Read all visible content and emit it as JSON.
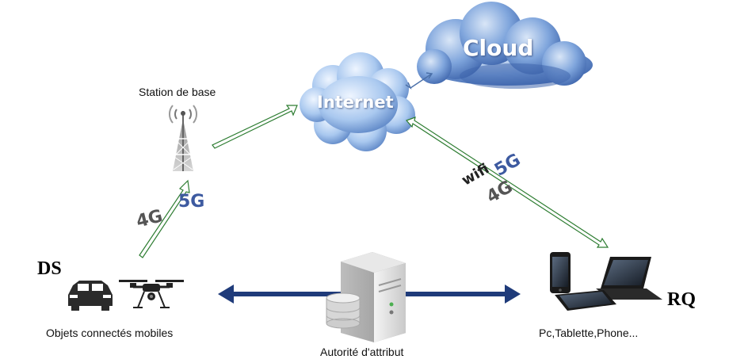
{
  "nodes": {
    "cloud": "Cloud",
    "internet": "Internet",
    "base_station": "Station de base",
    "mobile_objects": "Objets connectés mobiles",
    "attribute_authority": "Autorité d'attribut",
    "devices": "Pc,Tablette,Phone..."
  },
  "roles": {
    "ds": "DS",
    "rq": "RQ"
  },
  "links": {
    "left_4g": "4G",
    "left_5g": "5G",
    "right_wifi": "wifi",
    "right_5g": "5G",
    "right_4g": "4G"
  },
  "colors": {
    "cloud_fill": "#7fa5dc",
    "internet_fill": "#a9c8ef",
    "link_arrow": "#2e7d32",
    "authority_arrow": "#1f3b7a"
  },
  "icons": [
    "antenna-tower-icon",
    "car-icon",
    "drone-icon",
    "server-icon",
    "database-icon",
    "smartphone-icon",
    "tablet-icon",
    "laptop-icon"
  ]
}
